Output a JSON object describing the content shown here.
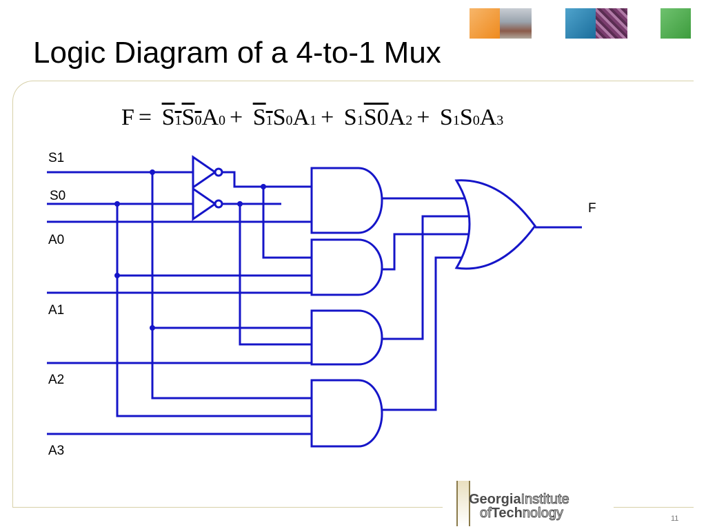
{
  "slide": {
    "title": "Logic Diagram of a 4-to-1 Mux",
    "page_number": "11"
  },
  "equation": {
    "terms": [
      {
        "output": "F",
        "equals": "="
      },
      {
        "s1": "S",
        "s1_sub": "1",
        "s1_bar": true,
        "s0": "S",
        "s0_sub": "0",
        "s0_bar": true,
        "a": "A",
        "a_sub": "0"
      },
      {
        "op": "+",
        "s1": "S",
        "s1_sub": "1",
        "s1_bar": true,
        "s0": "S",
        "s0_sub": "0",
        "s0_bar": false,
        "a": "A",
        "a_sub": "1"
      },
      {
        "op": "+",
        "s1": "S",
        "s1_sub": "1",
        "s1_bar": false,
        "s0": "S0",
        "s0_sub": "",
        "s0_bar": true,
        "a": "A",
        "a_sub": "2"
      },
      {
        "op": "+",
        "s1": "S",
        "s1_sub": "1",
        "s1_bar": false,
        "s0": "S",
        "s0_sub": "0",
        "s0_bar": false,
        "a": "A",
        "a_sub": "3"
      }
    ]
  },
  "diagram": {
    "inputs": {
      "s1": "S1",
      "s0": "S0",
      "a0": "A0",
      "a1": "A1",
      "a2": "A2",
      "a3": "A3"
    },
    "output": "F",
    "wire_color": "#1515c8"
  },
  "logo": {
    "line1_bold": "Georgia",
    "line1_outline": "Institute",
    "line2_prefix": "of",
    "line2_bold": "Tech",
    "line2_outline": "nology"
  }
}
